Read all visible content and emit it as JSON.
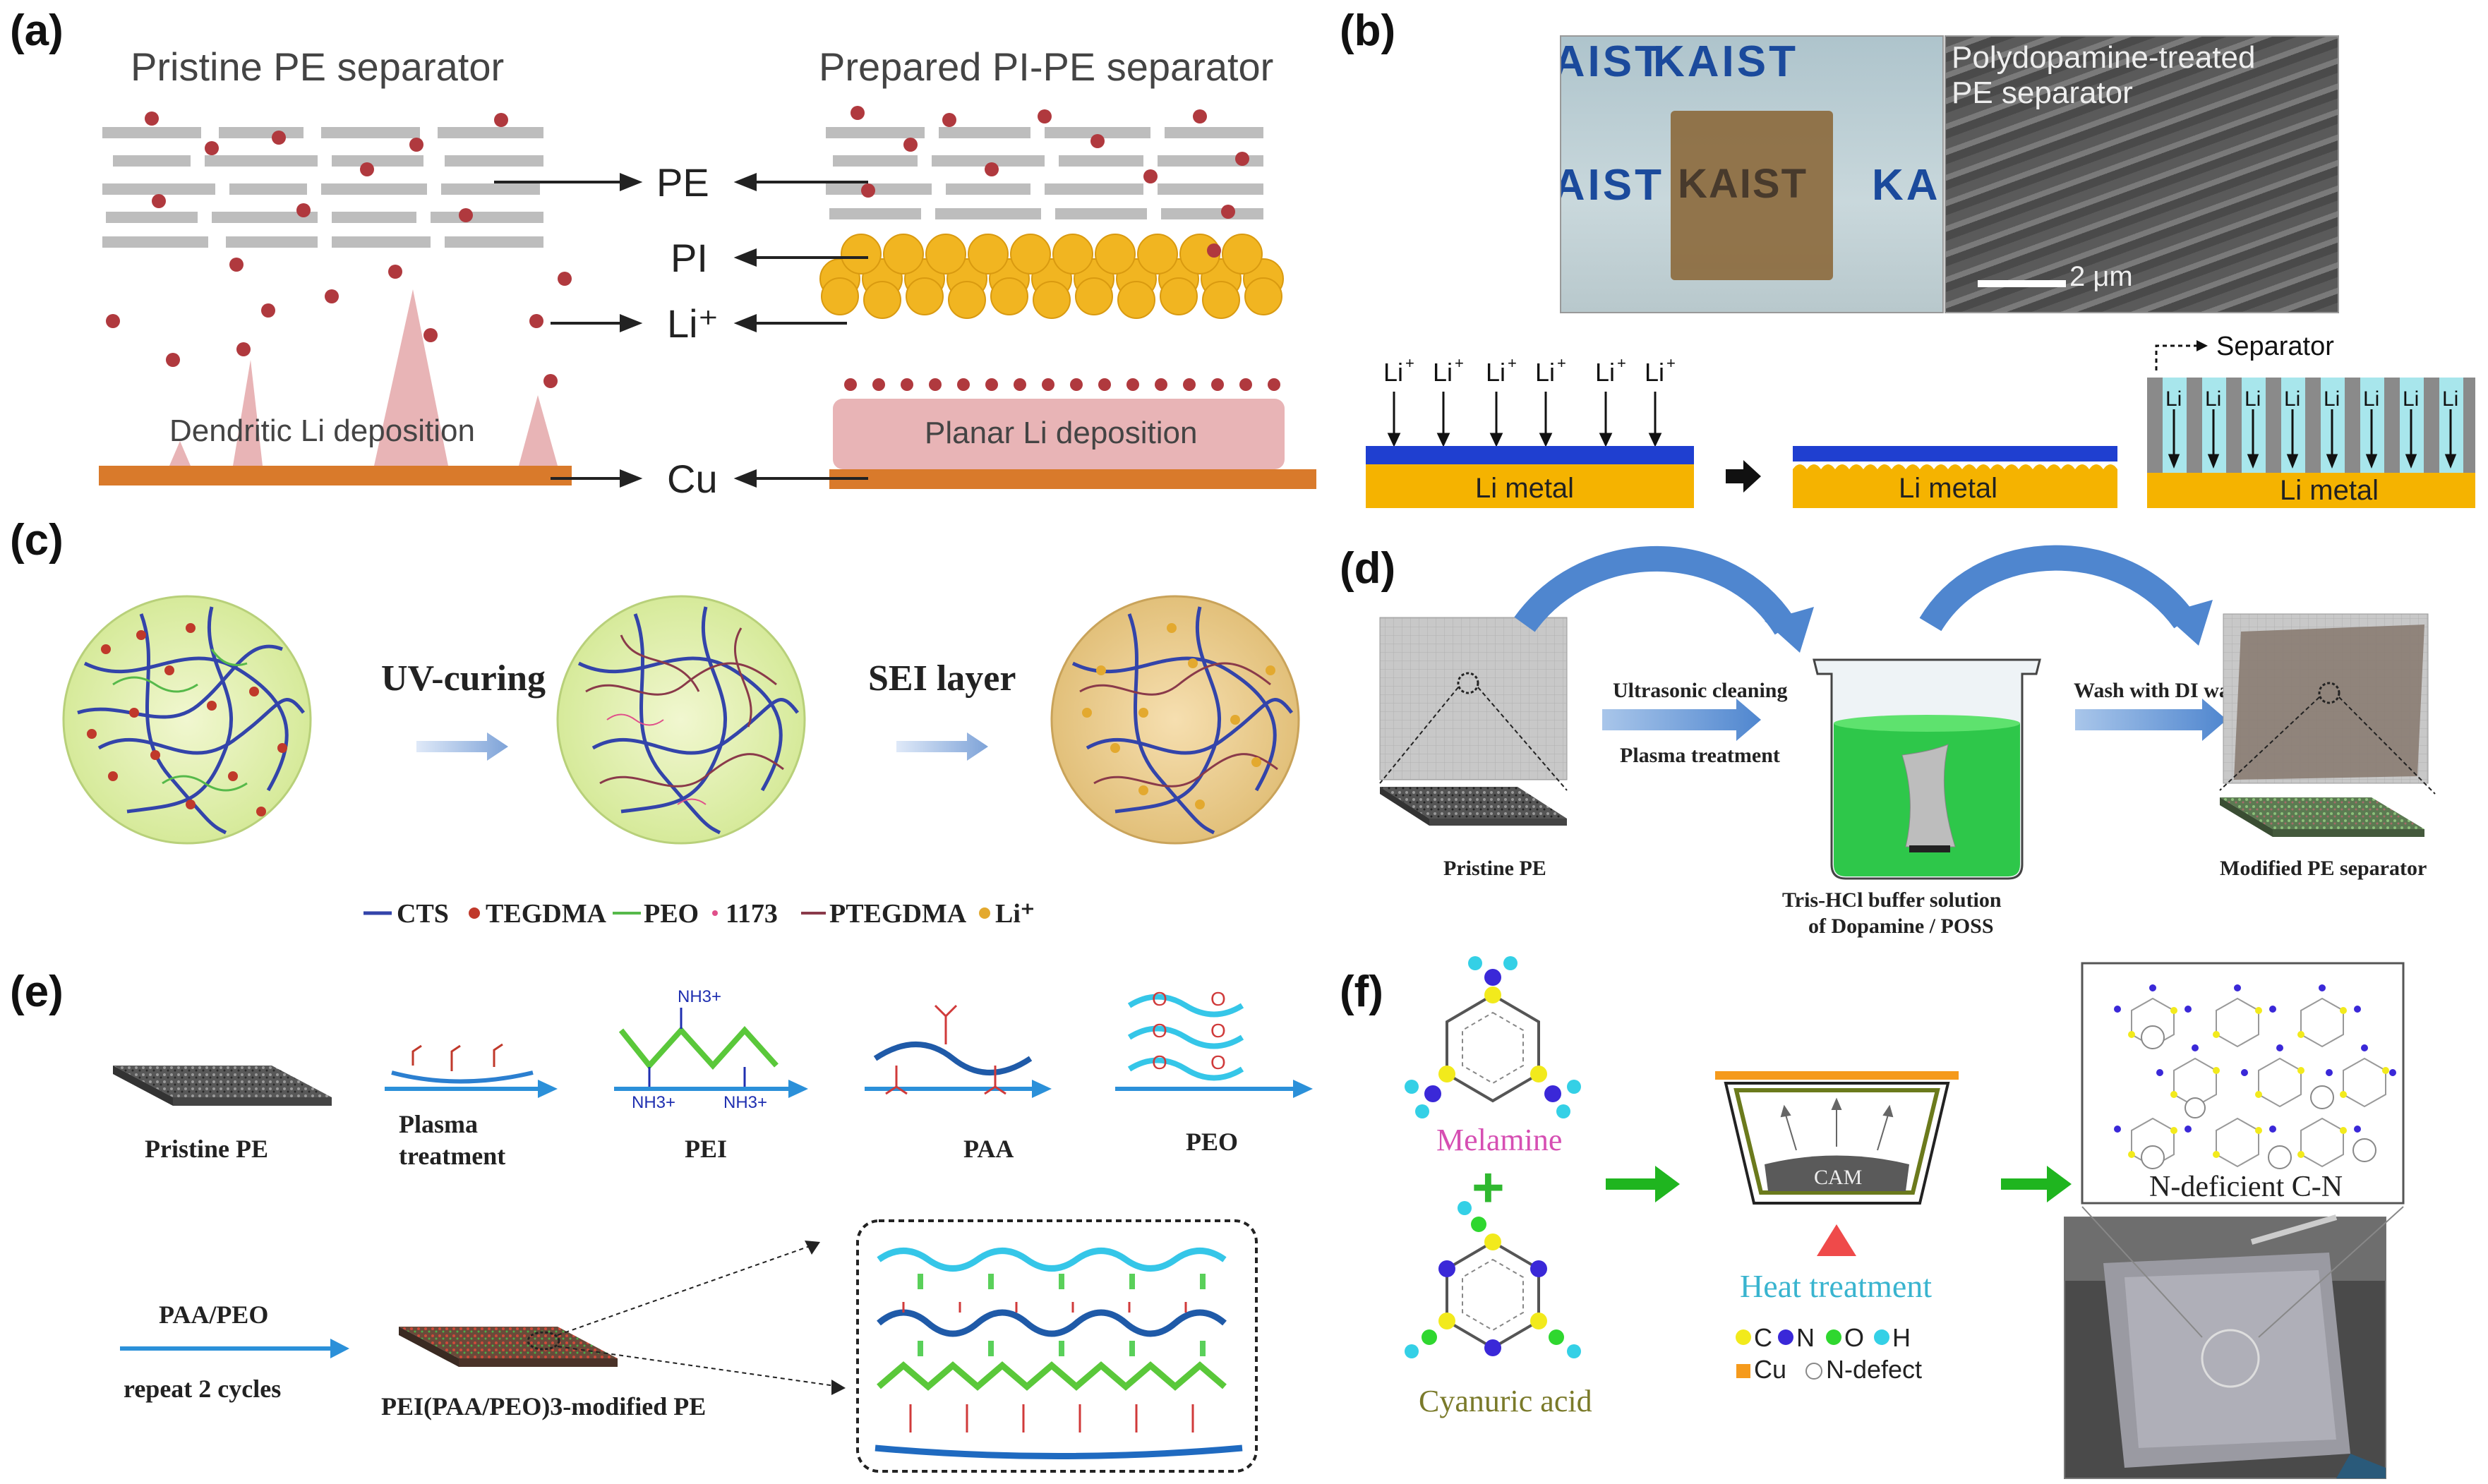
{
  "panels": {
    "a": {
      "label": "(a)",
      "left_title": "Pristine PE separator",
      "right_title": "Prepared PI-PE separator",
      "center_labels": [
        "PE",
        "PI",
        "Li⁺",
        "Cu"
      ],
      "left_caption": "Dendritic Li deposition",
      "right_caption": "Planar Li deposition",
      "colors": {
        "pe": "#bdbdbd",
        "pi": "#f1b521",
        "li": "#b0393e",
        "deposit": "#e8b4b6",
        "cu": "#d97a2b"
      }
    },
    "b": {
      "label": "(b)",
      "photo_text": "KAIST",
      "sem_title_line1": "Polydopamine-treated",
      "sem_title_line2": "PE separator",
      "sem_scale": "2 μm",
      "li_ion": "Li",
      "li_metal": "Li metal",
      "separator_label": "Separator",
      "colors": {
        "metal": "#f5b300",
        "layer": "#1f3fd0",
        "separator": "#a8e6ec"
      }
    },
    "c": {
      "label": "(c)",
      "step1": "UV-curing",
      "step2": "SEI layer",
      "legend": [
        {
          "label": "CTS",
          "color": "#3344aa"
        },
        {
          "label": "TEGDMA",
          "color": "#c0392b"
        },
        {
          "label": "PEO",
          "color": "#56b94a"
        },
        {
          "label": "1173",
          "color": "#e04f8a"
        },
        {
          "label": "PTEGDMA",
          "color": "#8a3a4a"
        },
        {
          "label": "Li⁺",
          "color": "#e3a92f"
        }
      ]
    },
    "d": {
      "label": "(d)",
      "arrow1_top": "Ultrasonic cleaning",
      "arrow1_bottom": "Plasma treatment",
      "arrow2": "Wash with DI water",
      "left_caption": "Pristine  PE",
      "center_caption_line1": "Tris-HCl buffer solution",
      "center_caption_line2": "of Dopamine / POSS",
      "right_caption": "Modified  PE separator"
    },
    "e": {
      "label": "(e)",
      "start": "Pristine PE",
      "step1_line1": "Plasma",
      "step1_line2": "treatment",
      "step2": "PEI",
      "step3": "PAA",
      "step4": "PEO",
      "repeat_top": "PAA/PEO",
      "repeat_bottom": "repeat 2 cycles",
      "final_caption": "PEI(PAA/PEO)3-modified  PE",
      "chem_nh3": "NH3+",
      "chem_o": "O"
    },
    "f": {
      "label": "(f)",
      "melamine": "Melamine",
      "plus": "+",
      "cyanuric": "Cyanuric acid",
      "crucible_label": "CAM",
      "heat": "Heat treatment",
      "product": "N-deficient C-N",
      "legend": [
        {
          "label": "C",
          "color": "#f2ea1c",
          "shape": "circle"
        },
        {
          "label": "N",
          "color": "#3a28d8",
          "shape": "circle"
        },
        {
          "label": "O",
          "color": "#2fd72f",
          "shape": "circle"
        },
        {
          "label": "H",
          "color": "#34d0e6",
          "shape": "circle"
        },
        {
          "label": "Cu",
          "color": "#f59a1c",
          "shape": "square"
        },
        {
          "label": "N-defect",
          "color": "#ffffff",
          "shape": "ring"
        }
      ]
    }
  }
}
